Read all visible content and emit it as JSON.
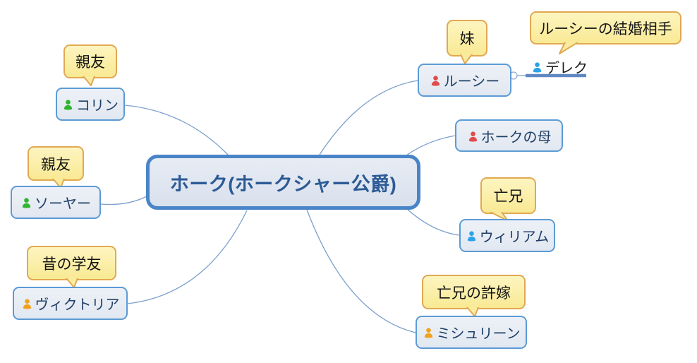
{
  "diagram": {
    "type": "mindmap",
    "central": {
      "label": "ホーク(ホークシャー公爵)"
    },
    "topics": [
      {
        "name": "コリン",
        "relation": "親友",
        "icon": "green-person"
      },
      {
        "name": "ソーヤー",
        "relation": "親友",
        "icon": "green-person"
      },
      {
        "name": "ヴィクトリア",
        "relation": "昔の学友",
        "icon": "orange-person"
      },
      {
        "name": "ルーシー",
        "relation": "妹",
        "icon": "red-person"
      },
      {
        "name": "デレク",
        "relation": "ルーシーの結婚相手",
        "icon": "blue-person"
      },
      {
        "name": "ホークの母",
        "relation": null,
        "icon": "red-person"
      },
      {
        "name": "ウィリアム",
        "relation": "亡兄",
        "icon": "blue-person"
      },
      {
        "name": "ミシュリーン",
        "relation": "亡兄の許嫁",
        "icon": "orange-person"
      }
    ],
    "colors": {
      "node_border": "#5B9BD5",
      "node_fill": "#E8EDF5",
      "node_text": "#1F3F66",
      "central_border": "#4A84C8",
      "central_text": "#2C5A96",
      "callout_fill": "#FBF0A6",
      "callout_border": "#E2A851",
      "callout_text": "#141414",
      "link_line": "#7C9FCB",
      "derek_underline": "#5E88C2",
      "icon_green": "#2FB52F",
      "icon_red": "#E04B4B",
      "icon_blue": "#2BA3E8",
      "icon_orange": "#F0A21C"
    }
  }
}
